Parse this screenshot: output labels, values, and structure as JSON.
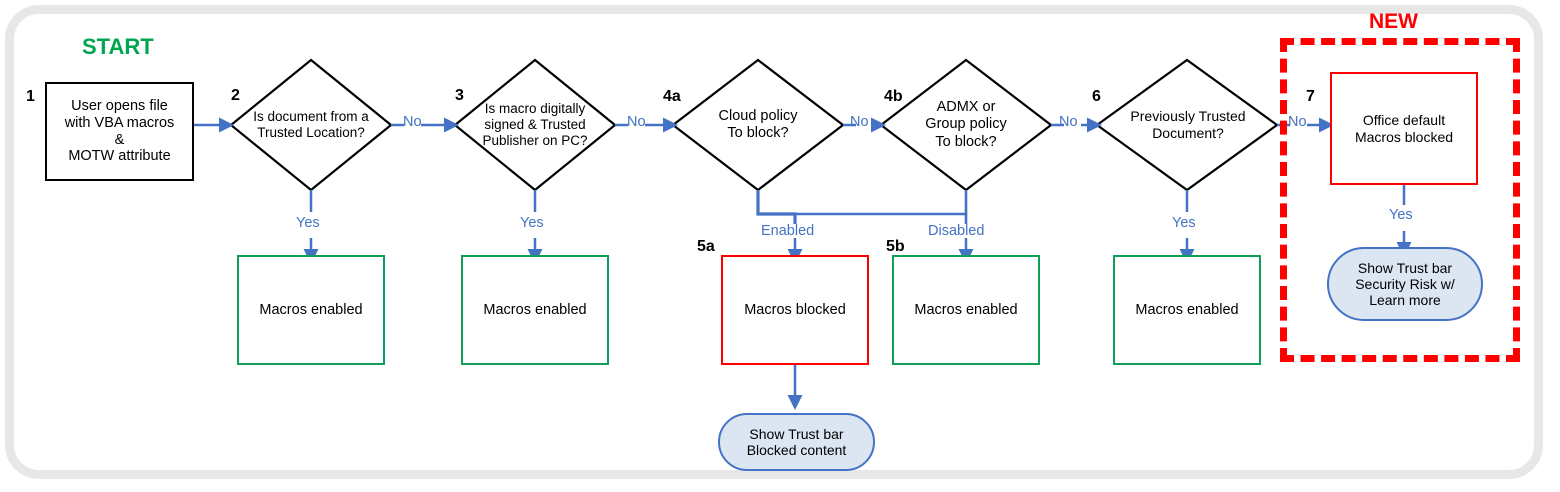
{
  "diagram": {
    "title_labels": {
      "start": "START",
      "new": "NEW"
    },
    "colors": {
      "blue": "#4472c4",
      "green": "#0f9d58",
      "red": "#ff0000",
      "start_green": "#00a551",
      "oval_fill": "#dce6f3",
      "frame_gray": "#e7e7e7",
      "black": "#000000"
    },
    "nodes": [
      {
        "id": "1",
        "num": "1",
        "shape": "rect-black",
        "text": "User opens file\nwith VBA macros\n&\nMOTW attribute"
      },
      {
        "id": "2",
        "num": "2",
        "shape": "diamond",
        "text": "Is document from a\nTrusted Location?"
      },
      {
        "id": "3",
        "num": "3",
        "shape": "diamond",
        "text": "Is macro digitally\nsigned & Trusted\nPublisher on PC?"
      },
      {
        "id": "4a",
        "num": "4a",
        "shape": "diamond",
        "text": "Cloud policy\nTo block?"
      },
      {
        "id": "4b",
        "num": "4b",
        "shape": "diamond",
        "text": "ADMX or\nGroup policy\nTo block?"
      },
      {
        "id": "6",
        "num": "6",
        "shape": "diamond",
        "text": "Previously Trusted\nDocument?"
      },
      {
        "id": "7",
        "num": "7",
        "shape": "rect-red",
        "text": "Office default\nMacros blocked"
      },
      {
        "id": "t2",
        "num": "",
        "shape": "rect-green",
        "text": "Macros enabled"
      },
      {
        "id": "t3",
        "num": "",
        "shape": "rect-green",
        "text": "Macros enabled"
      },
      {
        "id": "5a",
        "num": "5a",
        "shape": "rect-red",
        "text": "Macros blocked"
      },
      {
        "id": "5b",
        "num": "5b",
        "shape": "rect-green",
        "text": "Macros enabled"
      },
      {
        "id": "t6",
        "num": "",
        "shape": "rect-green",
        "text": "Macros enabled"
      },
      {
        "id": "o5a",
        "num": "",
        "shape": "oval",
        "text": "Show Trust bar\nBlocked content"
      },
      {
        "id": "o7",
        "num": "",
        "shape": "oval",
        "text": "Show Trust bar\nSecurity Risk w/\nLearn more"
      }
    ],
    "edge_labels": {
      "no_1": "No",
      "no_2": "No",
      "no_3": "No",
      "no_4": "No",
      "no_5": "No",
      "yes_2": "Yes",
      "yes_3": "Yes",
      "yes_6": "Yes",
      "yes_7": "Yes",
      "enabled": "Enabled",
      "disabled": "Disabled"
    }
  }
}
